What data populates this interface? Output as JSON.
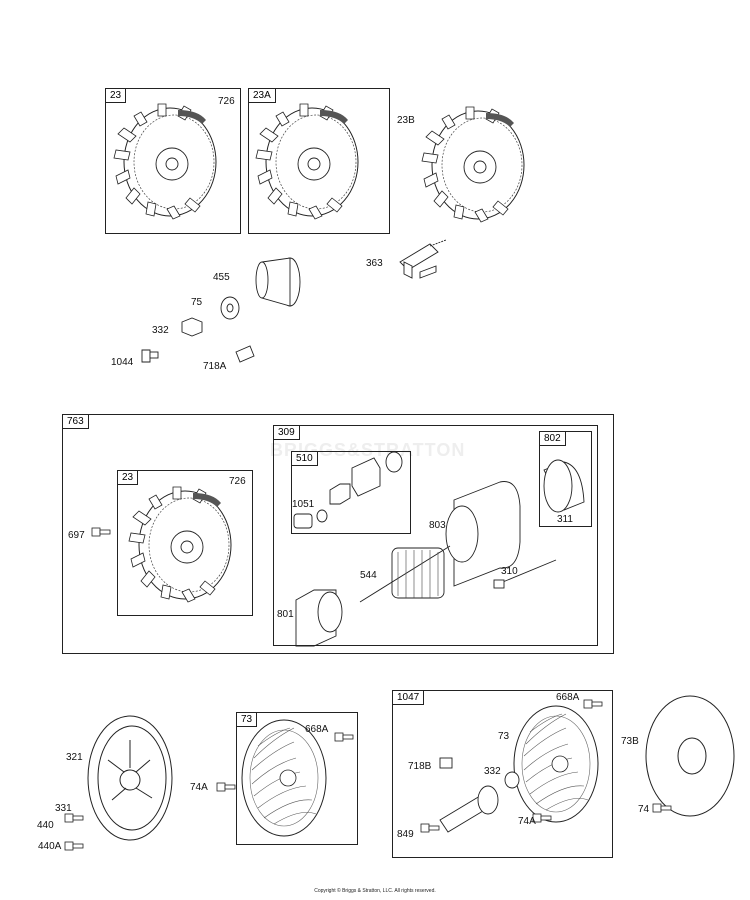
{
  "boxes": {
    "b23": "23",
    "b23a": "23A",
    "b763": "763",
    "b23_inner": "23",
    "b309": "309",
    "b510": "510",
    "b802": "802",
    "b73": "73",
    "b1047": "1047"
  },
  "labels": {
    "l726a": "726",
    "l23b": "23B",
    "l455": "455",
    "l75": "75",
    "l363": "363",
    "l332a": "332",
    "l1044": "1044",
    "l718a": "718A",
    "l697": "697",
    "l726b": "726",
    "l1051": "1051",
    "l803": "803",
    "l311": "311",
    "l544": "544",
    "l310": "310",
    "l801": "801",
    "l321": "321",
    "l331": "331",
    "l440": "440",
    "l440a": "440A",
    "l668a1": "668A",
    "l74a1": "74A",
    "l668a2": "668A",
    "l73c": "73",
    "l718b": "718B",
    "l332b": "332",
    "l849": "849",
    "l74a2": "74A",
    "l73b": "73B",
    "l74": "74"
  },
  "watermark": "BRIGGS&STRATTON",
  "copyright": "Copyright © Briggs & Stratton, LLC. All rights reserved."
}
